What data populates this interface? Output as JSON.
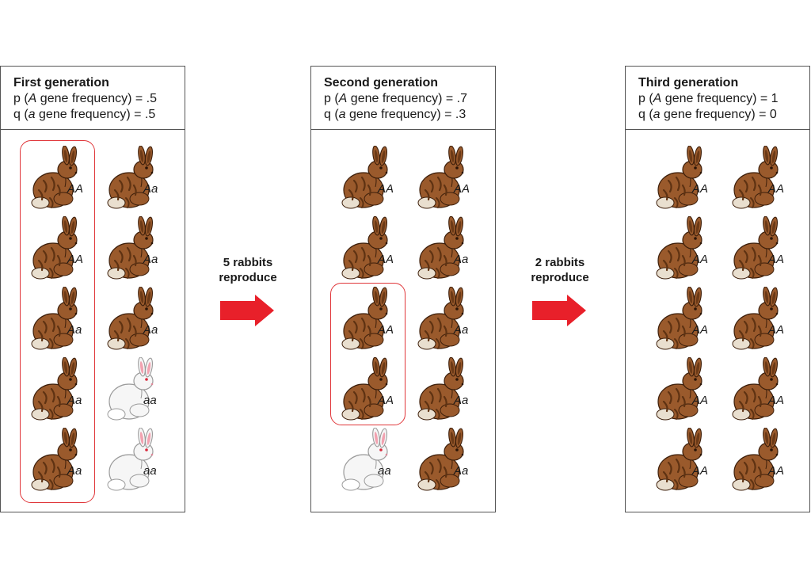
{
  "generations": [
    {
      "title": "First generation",
      "p_prefix": "p (",
      "p_allele": "A",
      "p_suffix": " gene frequency) = .5",
      "q_prefix": "q (",
      "q_allele": "a",
      "q_suffix": " gene frequency) = .5",
      "rabbits": [
        {
          "genotype": "AA",
          "color": "brown"
        },
        {
          "genotype": "Aa",
          "color": "brown"
        },
        {
          "genotype": "AA",
          "color": "brown"
        },
        {
          "genotype": "Aa",
          "color": "brown"
        },
        {
          "genotype": "Aa",
          "color": "brown"
        },
        {
          "genotype": "Aa",
          "color": "brown"
        },
        {
          "genotype": "Aa",
          "color": "brown"
        },
        {
          "genotype": "aa",
          "color": "white"
        },
        {
          "genotype": "Aa",
          "color": "brown"
        },
        {
          "genotype": "aa",
          "color": "white"
        }
      ]
    },
    {
      "title": "Second generation",
      "p_prefix": "p (",
      "p_allele": "A",
      "p_suffix": " gene frequency) = .7",
      "q_prefix": "q (",
      "q_allele": "a",
      "q_suffix": " gene frequency) = .3",
      "rabbits": [
        {
          "genotype": "AA",
          "color": "brown"
        },
        {
          "genotype": "AA",
          "color": "brown"
        },
        {
          "genotype": "AA",
          "color": "brown"
        },
        {
          "genotype": "Aa",
          "color": "brown"
        },
        {
          "genotype": "AA",
          "color": "brown"
        },
        {
          "genotype": "Aa",
          "color": "brown"
        },
        {
          "genotype": "AA",
          "color": "brown"
        },
        {
          "genotype": "Aa",
          "color": "brown"
        },
        {
          "genotype": "aa",
          "color": "white"
        },
        {
          "genotype": "Aa",
          "color": "brown"
        }
      ]
    },
    {
      "title": "Third generation",
      "p_prefix": "p (",
      "p_allele": "A",
      "p_suffix": " gene frequency) = 1",
      "q_prefix": "q (",
      "q_allele": "a",
      "q_suffix": " gene frequency) = 0",
      "rabbits": [
        {
          "genotype": "AA",
          "color": "brown"
        },
        {
          "genotype": "AA",
          "color": "brown"
        },
        {
          "genotype": "AA",
          "color": "brown"
        },
        {
          "genotype": "AA",
          "color": "brown"
        },
        {
          "genotype": "AA",
          "color": "brown"
        },
        {
          "genotype": "AA",
          "color": "brown"
        },
        {
          "genotype": "AA",
          "color": "brown"
        },
        {
          "genotype": "AA",
          "color": "brown"
        },
        {
          "genotype": "AA",
          "color": "brown"
        },
        {
          "genotype": "AA",
          "color": "brown"
        }
      ]
    }
  ],
  "arrows": [
    {
      "line1": "5 rabbits",
      "line2": "reproduce"
    },
    {
      "line1": "2 rabbits",
      "line2": "reproduce"
    }
  ],
  "colors": {
    "arrow": "#e8202a",
    "highlight": "#e0363a",
    "brown_fur": "#9a5a2c",
    "brown_stripe": "#5e3212",
    "white_fur": "#f6f6f6",
    "ear_pink": "#f2a2b0"
  }
}
